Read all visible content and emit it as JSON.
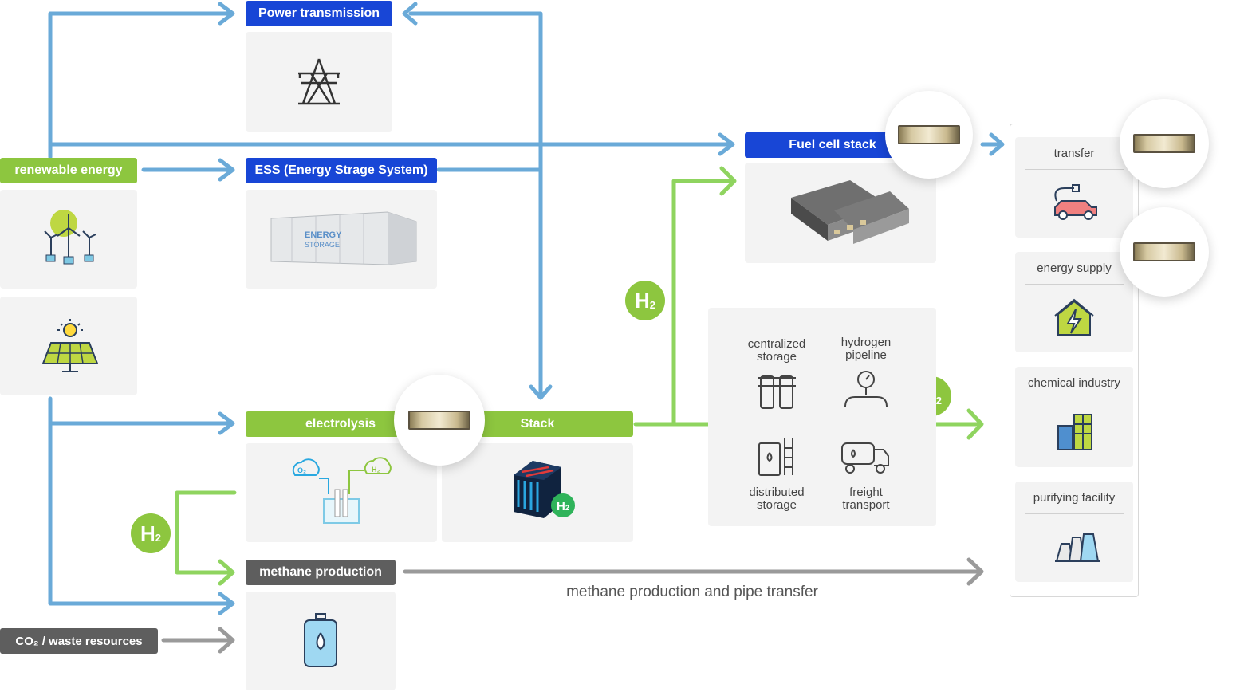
{
  "nodes": {
    "renewable_energy": "renewable energy",
    "power_transmission": "Power transmission",
    "ess": "ESS (Energy Strage System)",
    "ess_panel_text_1": "ENERGY",
    "ess_panel_text_2": "STORAGE",
    "fuel_cell_stack": "Fuel cell stack",
    "electrolysis": "electrolysis",
    "stack": "Stack",
    "methane_production": "methane production",
    "co2_waste": "CO₂ / waste resources"
  },
  "storage": {
    "centralized": [
      "centralized",
      "storage"
    ],
    "pipeline": [
      "hydrogen",
      "pipeline"
    ],
    "distributed": [
      "distributed",
      "storage"
    ],
    "freight": [
      "freight",
      "transport"
    ]
  },
  "h2_badge": {
    "main": "H",
    "sub": "2"
  },
  "electrolysis_labels": {
    "o2": "O₂",
    "h2": "H₂"
  },
  "methane_flow_label": "methane production and pipe transfer",
  "applications": [
    "transfer",
    "energy supply",
    "chemical industry",
    "purifying facility"
  ],
  "colors": {
    "blue_arrow": "#6aaad8",
    "green_arrow": "#8fd45f",
    "gray_arrow": "#9a9a9a",
    "blue_header": "#1846d6",
    "green_header": "#8dc63f",
    "dark_header": "#5e5e5e"
  }
}
